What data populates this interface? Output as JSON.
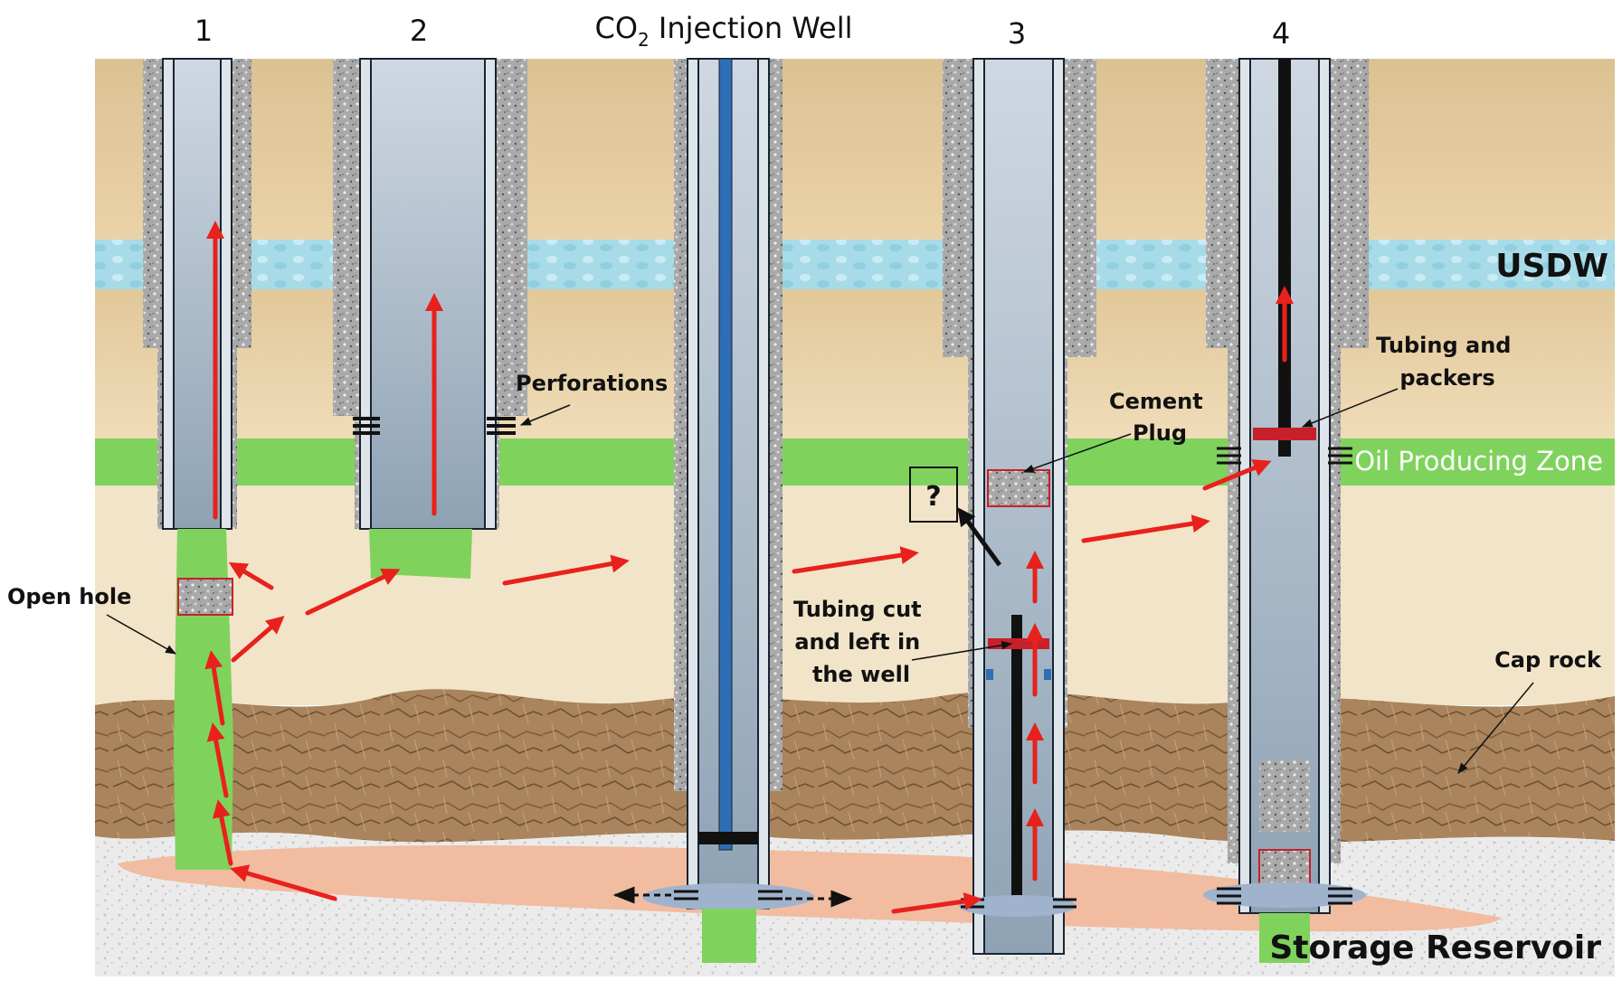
{
  "well_numbers": [
    "1",
    "2",
    "3",
    "4"
  ],
  "injection_well": {
    "prefix": "CO",
    "subscript": "2",
    "suffix": " Injection Well"
  },
  "layers": {
    "usdw": "USDW",
    "oil_zone": "Oil Producing Zone",
    "cap_rock": "Cap rock",
    "storage": "Storage Reservoir"
  },
  "callouts": {
    "open_hole": "Open hole",
    "perforations": "Perforations",
    "cement_plug": [
      "Cement",
      "Plug"
    ],
    "tubing_cut": [
      "Tubing cut",
      "and left in",
      "the well"
    ],
    "tubing_packers": [
      "Tubing and",
      "packers"
    ],
    "unknown": "?"
  },
  "colors": {
    "sand": "#e9d3ab",
    "aquifer": "#a9dde9",
    "oil_zone": "#7fd35c",
    "cap_rock": "#a5805a",
    "storage": "#ececec",
    "co2_plume": "#f2b79a",
    "leak_arrow": "#e8211c",
    "casing": "#b7c6d3",
    "injection_tubing": "#2d6eb5",
    "seal": "#c8202a"
  },
  "icons": [
    "leak-arrow-icon",
    "diffusion-arrow-icon",
    "perforation-icon",
    "cement-texture-icon",
    "packer-icon"
  ]
}
